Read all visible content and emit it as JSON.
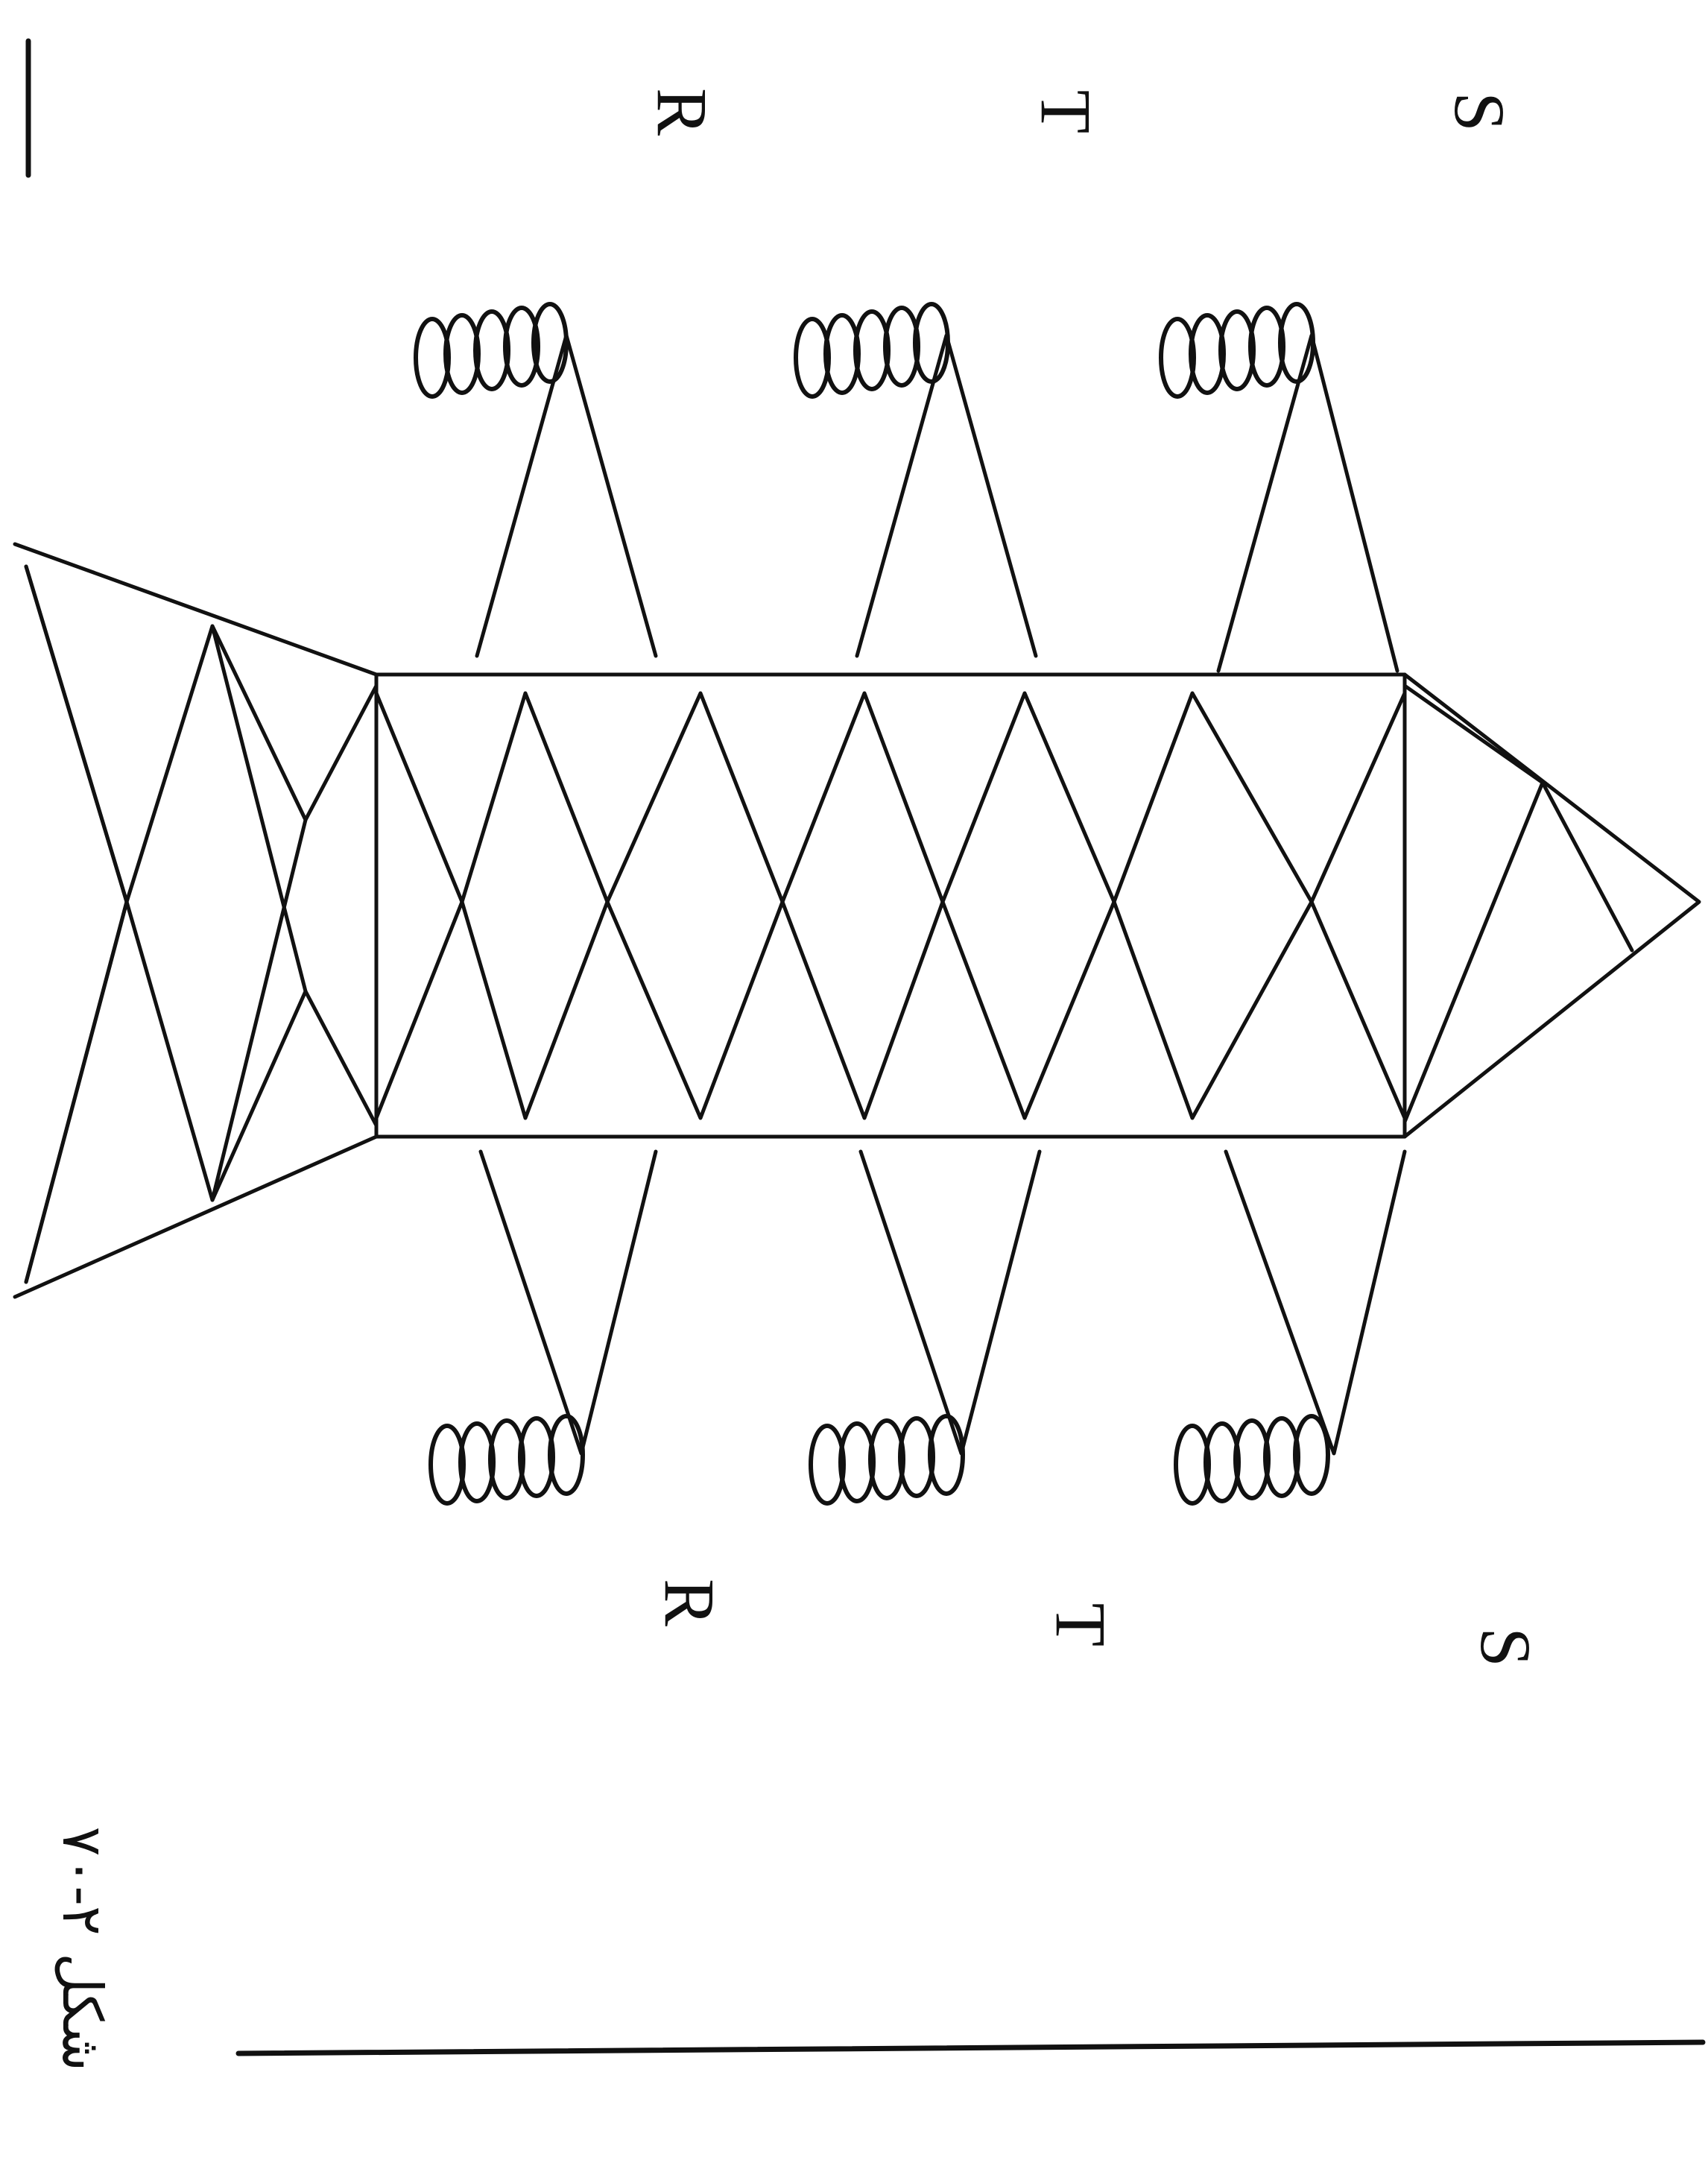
{
  "labels": {
    "top": [
      "R",
      "T",
      "S"
    ],
    "bottom": [
      "R",
      "T",
      "S"
    ]
  },
  "caption": "شکل ۲-۷۰",
  "colors": {
    "line": "#111111",
    "background": "#ffffff"
  }
}
